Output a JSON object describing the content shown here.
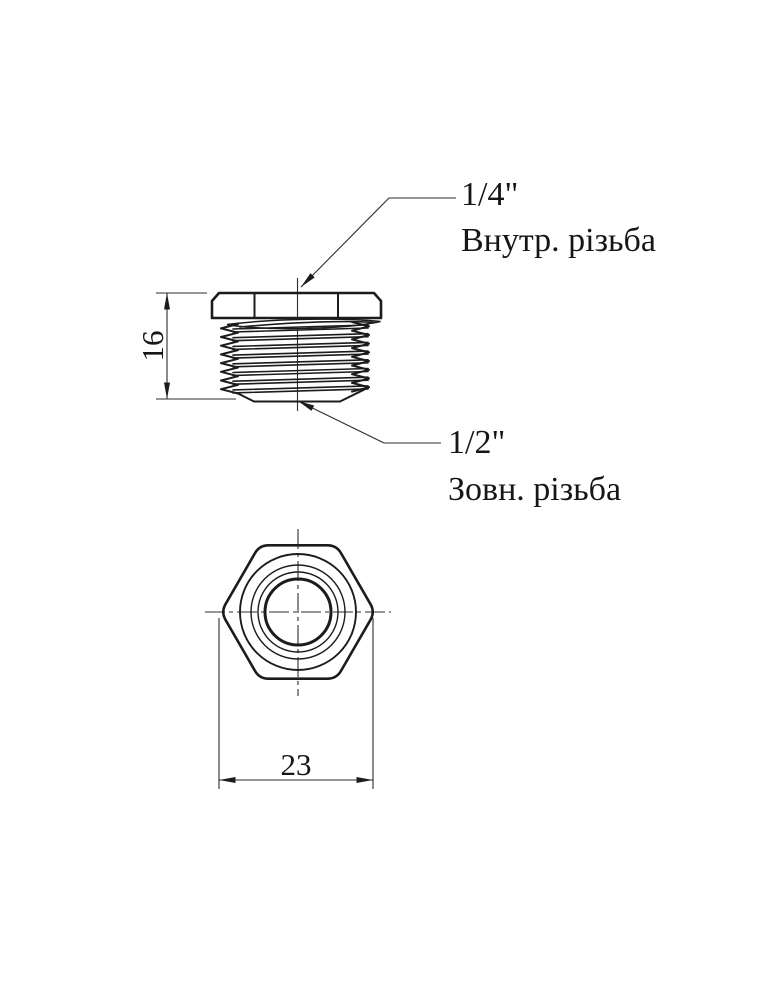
{
  "drawing": {
    "background": "#ffffff",
    "ink_color": "#1c1c1c",
    "callouts": {
      "internal_thread": {
        "size": "1/4\"",
        "label": "Внутр. різьба"
      },
      "external_thread": {
        "size": "1/2\"",
        "label": "Зовн. різьба"
      }
    },
    "dimensions": {
      "body_height": "16",
      "hex_width": "23"
    }
  }
}
